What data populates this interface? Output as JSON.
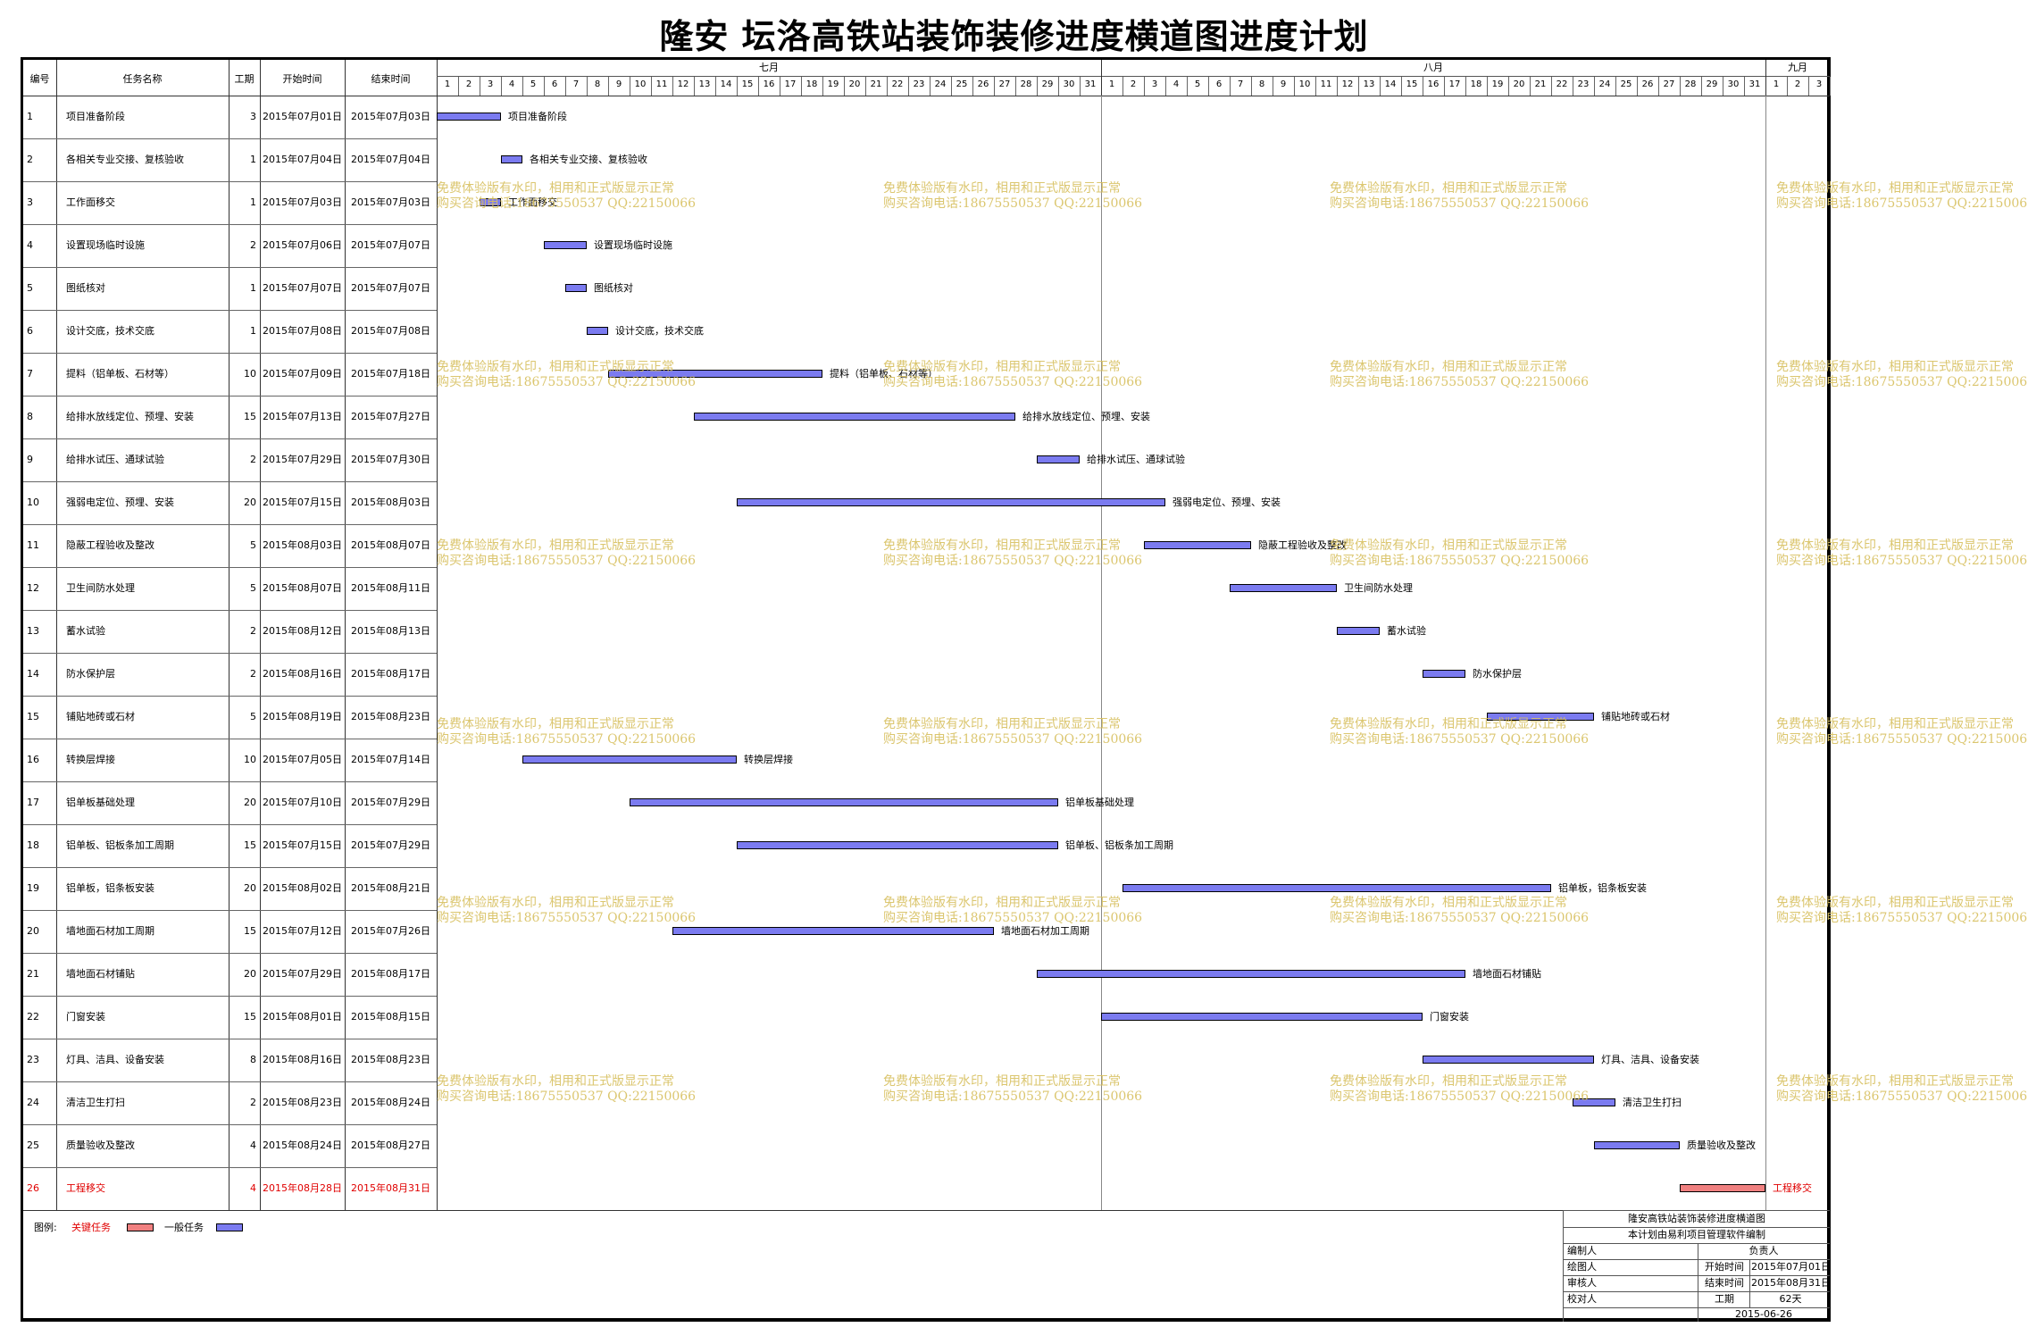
{
  "title": "隆安  坛洛高铁站装饰装修进度横道图进度计划",
  "headers": {
    "id": "编号",
    "name": "任务名称",
    "duration": "工期",
    "start": "开始时间",
    "end": "结束时间"
  },
  "months": [
    {
      "label": "七月",
      "days": 31
    },
    {
      "label": "八月",
      "days": 31
    },
    {
      "label": "九月",
      "days": 3
    }
  ],
  "colors": {
    "critical": "#f08080",
    "normal": "#7b7bf0",
    "critical_text": "#e00000"
  },
  "chart_data": {
    "type": "gantt",
    "title": "隆安  坛洛高铁站装饰装修进度横道图进度计划",
    "x_start": "2015-07-01",
    "x_end": "2015-09-03",
    "tasks": [
      {
        "id": "1",
        "name": "项目准备阶段",
        "duration": 3,
        "start": "2015年07月01日",
        "end": "2015年07月03日",
        "s": "2015-07-01",
        "e": "2015-07-03",
        "critical": false
      },
      {
        "id": "2",
        "name": "各相关专业交接、复核验收",
        "duration": 1,
        "start": "2015年07月04日",
        "end": "2015年07月04日",
        "s": "2015-07-04",
        "e": "2015-07-04",
        "critical": false
      },
      {
        "id": "3",
        "name": "工作面移交",
        "duration": 1,
        "start": "2015年07月03日",
        "end": "2015年07月03日",
        "s": "2015-07-03",
        "e": "2015-07-03",
        "critical": false
      },
      {
        "id": "4",
        "name": "设置现场临时设施",
        "duration": 2,
        "start": "2015年07月06日",
        "end": "2015年07月07日",
        "s": "2015-07-06",
        "e": "2015-07-07",
        "critical": false
      },
      {
        "id": "5",
        "name": "图纸核对",
        "duration": 1,
        "start": "2015年07月07日",
        "end": "2015年07月07日",
        "s": "2015-07-07",
        "e": "2015-07-07",
        "critical": false
      },
      {
        "id": "6",
        "name": "设计交底，技术交底",
        "duration": 1,
        "start": "2015年07月08日",
        "end": "2015年07月08日",
        "s": "2015-07-08",
        "e": "2015-07-08",
        "critical": false
      },
      {
        "id": "7",
        "name": "提料（铝单板、石材等）",
        "duration": 10,
        "start": "2015年07月09日",
        "end": "2015年07月18日",
        "s": "2015-07-09",
        "e": "2015-07-18",
        "critical": false
      },
      {
        "id": "8",
        "name": "给排水放线定位、预埋、安装",
        "duration": 15,
        "start": "2015年07月13日",
        "end": "2015年07月27日",
        "s": "2015-07-13",
        "e": "2015-07-27",
        "critical": false
      },
      {
        "id": "9",
        "name": "给排水试压、通球试验",
        "duration": 2,
        "start": "2015年07月29日",
        "end": "2015年07月30日",
        "s": "2015-07-29",
        "e": "2015-07-30",
        "critical": false
      },
      {
        "id": "10",
        "name": "强弱电定位、预埋、安装",
        "duration": 20,
        "start": "2015年07月15日",
        "end": "2015年08月03日",
        "s": "2015-07-15",
        "e": "2015-08-03",
        "critical": false
      },
      {
        "id": "11",
        "name": "隐蔽工程验收及整改",
        "duration": 5,
        "start": "2015年08月03日",
        "end": "2015年08月07日",
        "s": "2015-08-03",
        "e": "2015-08-07",
        "critical": false
      },
      {
        "id": "12",
        "name": "卫生间防水处理",
        "duration": 5,
        "start": "2015年08月07日",
        "end": "2015年08月11日",
        "s": "2015-08-07",
        "e": "2015-08-11",
        "critical": false
      },
      {
        "id": "13",
        "name": "蓄水试验",
        "duration": 2,
        "start": "2015年08月12日",
        "end": "2015年08月13日",
        "s": "2015-08-12",
        "e": "2015-08-13",
        "critical": false
      },
      {
        "id": "14",
        "name": "防水保护层",
        "duration": 2,
        "start": "2015年08月16日",
        "end": "2015年08月17日",
        "s": "2015-08-16",
        "e": "2015-08-17",
        "critical": false
      },
      {
        "id": "15",
        "name": "铺贴地砖或石材",
        "duration": 5,
        "start": "2015年08月19日",
        "end": "2015年08月23日",
        "s": "2015-08-19",
        "e": "2015-08-23",
        "critical": false
      },
      {
        "id": "16",
        "name": "转换层焊接",
        "duration": 10,
        "start": "2015年07月05日",
        "end": "2015年07月14日",
        "s": "2015-07-05",
        "e": "2015-07-14",
        "critical": false
      },
      {
        "id": "17",
        "name": "铝单板基础处理",
        "duration": 20,
        "start": "2015年07月10日",
        "end": "2015年07月29日",
        "s": "2015-07-10",
        "e": "2015-07-29",
        "critical": false
      },
      {
        "id": "18",
        "name": "铝单板、铝板条加工周期",
        "duration": 15,
        "start": "2015年07月15日",
        "end": "2015年07月29日",
        "s": "2015-07-15",
        "e": "2015-07-29",
        "critical": false
      },
      {
        "id": "19",
        "name": "铝单板，铝条板安装",
        "duration": 20,
        "start": "2015年08月02日",
        "end": "2015年08月21日",
        "s": "2015-08-02",
        "e": "2015-08-21",
        "critical": false
      },
      {
        "id": "20",
        "name": "墙地面石材加工周期",
        "duration": 15,
        "start": "2015年07月12日",
        "end": "2015年07月26日",
        "s": "2015-07-12",
        "e": "2015-07-26",
        "critical": false
      },
      {
        "id": "21",
        "name": "墙地面石材铺贴",
        "duration": 20,
        "start": "2015年07月29日",
        "end": "2015年08月17日",
        "s": "2015-07-29",
        "e": "2015-08-17",
        "critical": false
      },
      {
        "id": "22",
        "name": "门窗安装",
        "duration": 15,
        "start": "2015年08月01日",
        "end": "2015年08月15日",
        "s": "2015-08-01",
        "e": "2015-08-15",
        "critical": false
      },
      {
        "id": "23",
        "name": "灯具、洁具、设备安装",
        "duration": 8,
        "start": "2015年08月16日",
        "end": "2015年08月23日",
        "s": "2015-08-16",
        "e": "2015-08-23",
        "critical": false
      },
      {
        "id": "24",
        "name": "清洁卫生打扫",
        "duration": 2,
        "start": "2015年08月23日",
        "end": "2015年08月24日",
        "s": "2015-08-23",
        "e": "2015-08-24",
        "critical": false
      },
      {
        "id": "25",
        "name": "质量验收及整改",
        "duration": 4,
        "start": "2015年08月24日",
        "end": "2015年08月27日",
        "s": "2015-08-24",
        "e": "2015-08-27",
        "critical": false
      },
      {
        "id": "26",
        "name": "工程移交",
        "duration": 4,
        "start": "2015年08月28日",
        "end": "2015年08月31日",
        "s": "2015-08-28",
        "e": "2015-08-31",
        "critical": true
      }
    ]
  },
  "legend": {
    "label": "图例:",
    "critical": "关键任务",
    "normal": "一般任务"
  },
  "watermark": {
    "line1": "免费体验版有水印，相用和正式版显示正常",
    "line2": "购买咨询电话:18675550537 QQ:22150066"
  },
  "titleblock": {
    "project": "隆安高铁站装饰装修进度横道图",
    "software": "本计划由易利项目管理软件编制",
    "compiler": "编制人",
    "manager": "负责人",
    "drafter": "绘图人",
    "start_label": "开始时间",
    "start_value": "2015年07月01日",
    "reviewer": "审核人",
    "end_label": "结束时间",
    "end_value": "2015年08月31日",
    "checker": "校对人",
    "duration_label": "工期",
    "duration_value": "62天",
    "date": "2015-06-26"
  }
}
